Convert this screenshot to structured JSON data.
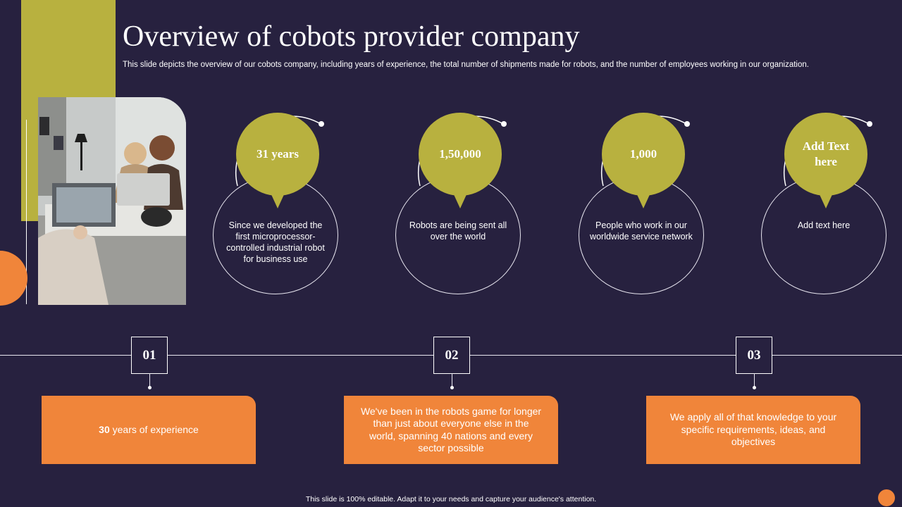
{
  "title": "Overview of cobots provider company",
  "subtitle": "This slide depicts the overview of our cobots company, including years of experience, the total number of shipments made for robots, and the number of employees working in our organization.",
  "colors": {
    "background": "#27213f",
    "olive": "#b8b13f",
    "orange": "#f0853a"
  },
  "stats": [
    {
      "value": "31 years",
      "description": "Since we developed  the first microprocessor-controlled industrial robot for business use"
    },
    {
      "value": "1,50,000",
      "description": "Robots are being sent all over the world"
    },
    {
      "value": "1,000",
      "description": "People who work in our worldwide service network"
    },
    {
      "value": "Add Text here",
      "description": "Add text here"
    }
  ],
  "timeline": [
    {
      "number": "01",
      "highlight": "30",
      "text": " years of experience"
    },
    {
      "number": "02",
      "highlight": "",
      "text": "We've been in the robots game for longer than just about everyone else in the world, spanning 40 nations and every sector possible"
    },
    {
      "number": "03",
      "highlight": "",
      "text": "We apply all of that knowledge to your specific requirements, ideas, and objectives"
    }
  ],
  "footer": "This slide is 100% editable. Adapt it to your needs and capture your audience's attention."
}
